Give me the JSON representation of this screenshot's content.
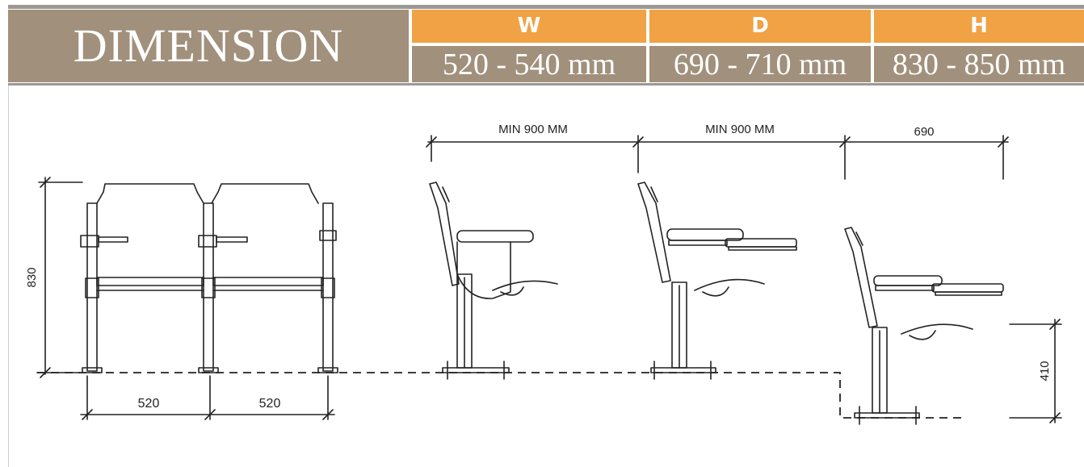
{
  "title": "DIMENSION",
  "columns": [
    {
      "head": "W",
      "value": "520 - 540 mm"
    },
    {
      "head": "D",
      "value": "690 - 710 mm"
    },
    {
      "head": "H",
      "value": "830 - 850 mm"
    }
  ],
  "labels": {
    "height_830": "830",
    "width_a": "520",
    "width_b": "520",
    "spacing_1": "MIN 900 MM",
    "spacing_2": "MIN 900 MM",
    "depth": "690",
    "seat_height": "410"
  },
  "colors": {
    "orange": "#f0a245",
    "taupe": "#a1907c",
    "line": "#222222"
  }
}
